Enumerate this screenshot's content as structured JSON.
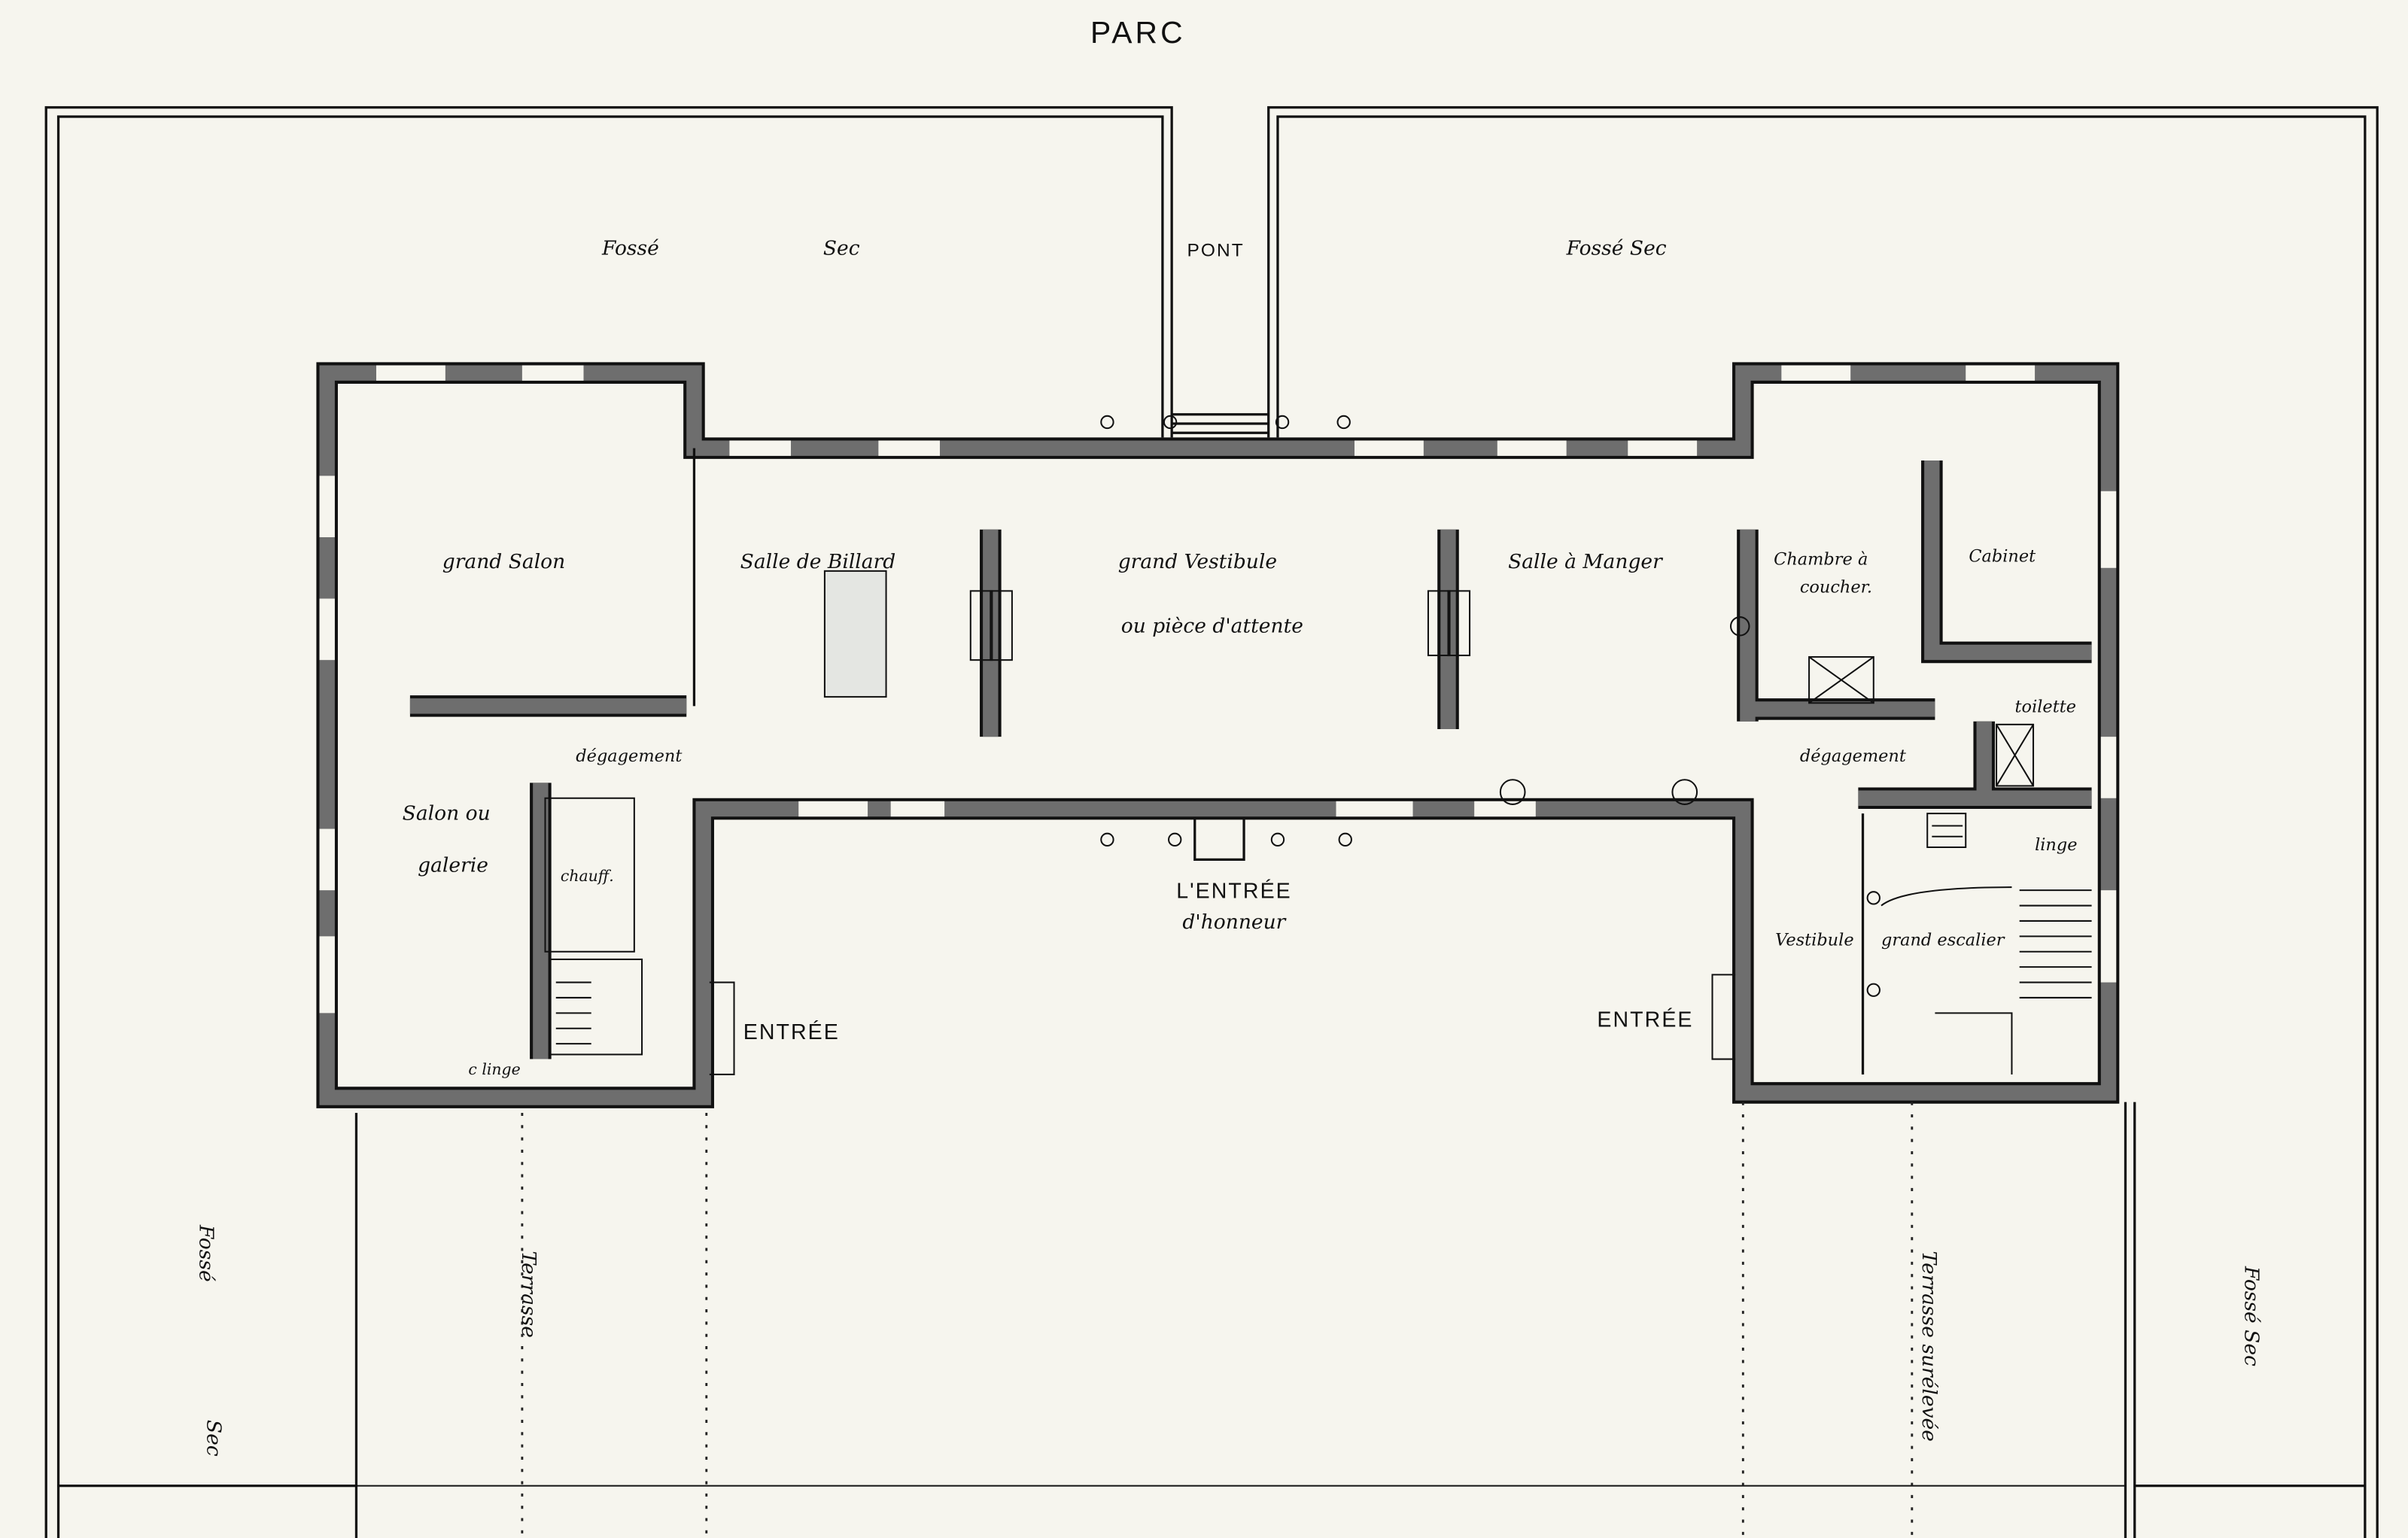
{
  "plan": {
    "top_label": "PARC",
    "bridge": "PONT",
    "moat_left_top": [
      "Fossé",
      "Sec"
    ],
    "moat_right_top": "Fossé Sec",
    "moat_left_side": [
      "Fossé",
      "Sec"
    ],
    "moat_right_side": "Fossé Sec",
    "rooms": {
      "grand_salon": "grand Salon",
      "billard": "Salle de Billard",
      "vestibule": "grand Vestibule",
      "vestibule_sub": "ou pièce d'attente",
      "salle_a_manger": "Salle à Manger",
      "chambre": [
        "Chambre à",
        "coucher."
      ],
      "cabinet": "Cabinet",
      "toilette": "toilette",
      "degagement_left": "dégagement",
      "degagement_right": "dégagement",
      "salon_galerie": [
        "Salon ou",
        "galerie"
      ],
      "chauffage": "chauff.",
      "wc": "c  linge",
      "vestibule_right": "Vestibule",
      "grand_escalier": "grand escalier",
      "linge": "linge"
    },
    "entrances": {
      "main": [
        "L'ENTRÉE",
        "d'honneur"
      ],
      "left": "ENTRÉE",
      "right": "ENTRÉE"
    },
    "terraces": {
      "left": "Terrasse",
      "right": "Terrasse surélevée"
    },
    "colors": {
      "paper": "#f6f5ee",
      "wall": "#6e6e6e",
      "ink": "#111111"
    }
  }
}
